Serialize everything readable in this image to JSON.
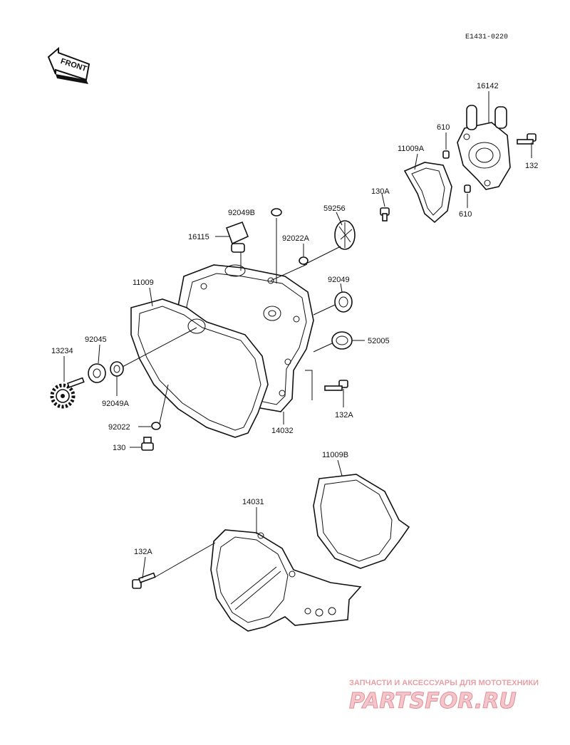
{
  "diagram_code": "E1431-0220",
  "front_arrow_label": "FRONT",
  "watermark": {
    "line1": "ЗАПЧАСТИ И АКСЕССУАРЫ ДЛЯ МОТОТЕХНИКИ",
    "line2": "PARTSFOR.RU"
  },
  "labels": {
    "p16142": "16142",
    "p610a": "610",
    "p11009a": "11009A",
    "p132": "132",
    "p610b": "610",
    "p130a": "130A",
    "p59256": "59256",
    "p92049b": "92049B",
    "p16115": "16115",
    "p92022a": "92022A",
    "p92049": "92049",
    "p11009": "11009",
    "p52005": "52005",
    "p92045": "92045",
    "p13234": "13234",
    "p92049a": "92049A",
    "p132a_1": "132A",
    "p92022": "92022",
    "p14032": "14032",
    "p130": "130",
    "p11009b": "11009B",
    "p14031": "14031",
    "p132a_2": "132A"
  }
}
